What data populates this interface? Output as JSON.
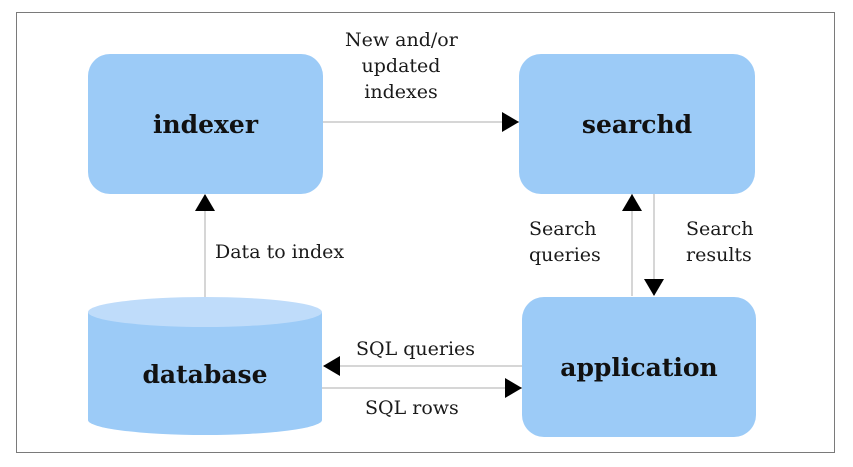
{
  "nodes": {
    "indexer": "indexer",
    "searchd": "searchd",
    "database": "database",
    "application": "application"
  },
  "edges": {
    "indexer_to_searchd": [
      "New and/or",
      "updated",
      "indexes"
    ],
    "database_to_indexer": "Data to index",
    "search_queries": [
      "Search",
      "queries"
    ],
    "search_results": [
      "Search",
      "results"
    ],
    "sql_queries": "SQL queries",
    "sql_rows": "SQL rows"
  },
  "colors": {
    "node_fill": "#9ccbf7",
    "node_fill_light": "#bfdcfa",
    "line": "#d6d6d6",
    "arrowhead": "#000000",
    "frame": "#7a7a7a"
  }
}
